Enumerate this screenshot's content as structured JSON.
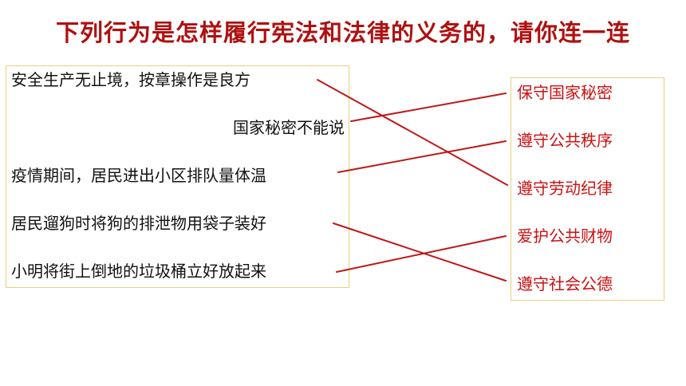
{
  "title": "下列行为是怎样履行宪法和法律的义务的，请你连一连",
  "behaviors": [
    "安全生产无止境，按章操作是良方",
    "国家秘密不能说",
    "疫情期间，居民进出小区排队量体温",
    "居民遛狗时将狗的排泄物用袋子装好",
    "小明将街上倒地的垃圾桶立好放起来"
  ],
  "duties": [
    "保守国家秘密",
    "遵守公共秩序",
    "遵守劳动纪律",
    "爱护公共财物",
    "遵守社会公德"
  ],
  "matches": [
    {
      "behavior": 0,
      "duty": 2
    },
    {
      "behavior": 1,
      "duty": 0
    },
    {
      "behavior": 2,
      "duty": 1
    },
    {
      "behavior": 3,
      "duty": 4
    },
    {
      "behavior": 4,
      "duty": 3
    }
  ],
  "colors": {
    "title": "#b01010",
    "duty_text": "#cc1111",
    "connector_line": "#c01818",
    "box_border": "#e8cf7a"
  }
}
